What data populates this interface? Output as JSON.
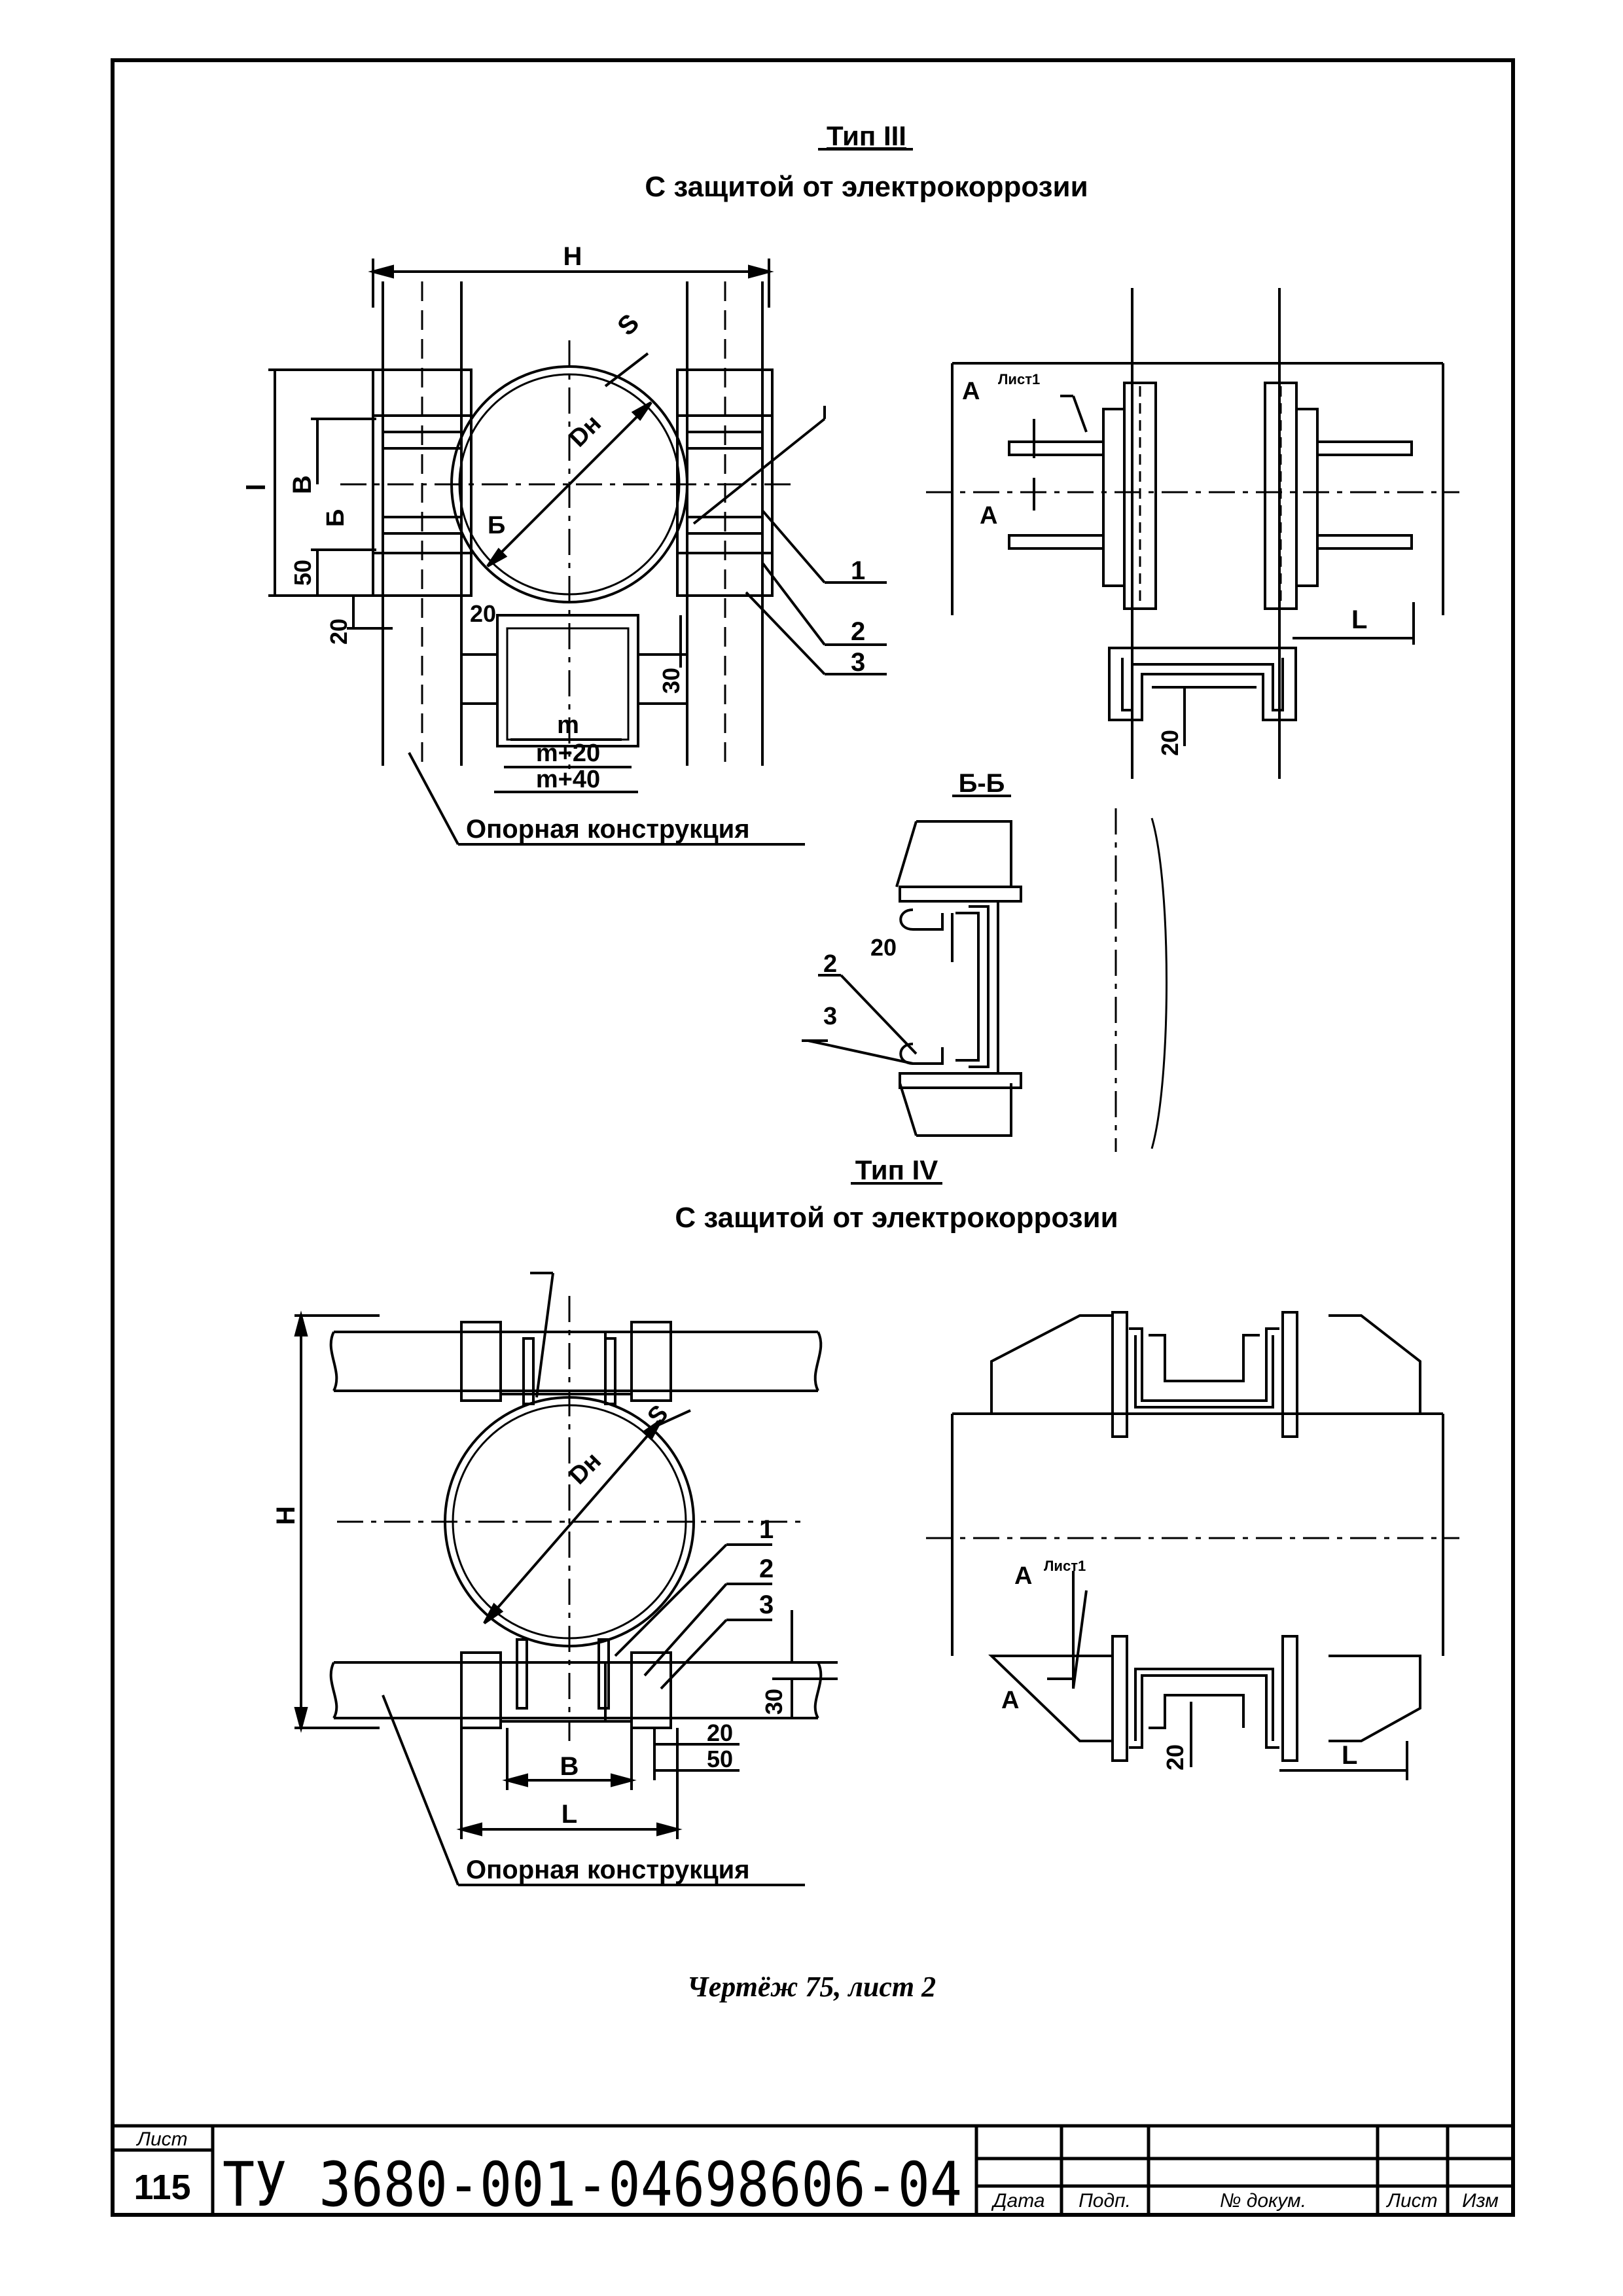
{
  "section_top": {
    "title": "Тип III",
    "subtitle": "С защитой от электрокоррозии"
  },
  "section_bottom": {
    "title": "Тип IV",
    "subtitle": "С защитой от электрокоррозии"
  },
  "section_cut": {
    "title": "Б-Б"
  },
  "labels": {
    "H": "H",
    "S": "S",
    "Dn": "Dн",
    "B": "B",
    "l": "l",
    "L": "L",
    "m": "m",
    "m20": "m+20",
    "m40": "m+40",
    "b_cut": "Б",
    "A": "А",
    "list1": "Лист1",
    "d20": "20",
    "d30": "30",
    "d50": "50",
    "n1": "1",
    "n2": "2",
    "n3": "3",
    "support": "Опорная конструкция"
  },
  "caption": "Чертёж 75, лист 2",
  "title_block": {
    "sheet_label": "Лист",
    "sheet_number": "115",
    "doc_code": "ТУ 3680-001-04698606-04",
    "col_date": "Дата",
    "col_sign": "Подп.",
    "col_doc": "№ докум.",
    "col_sheet": "Лист",
    "col_change": "Изм"
  }
}
